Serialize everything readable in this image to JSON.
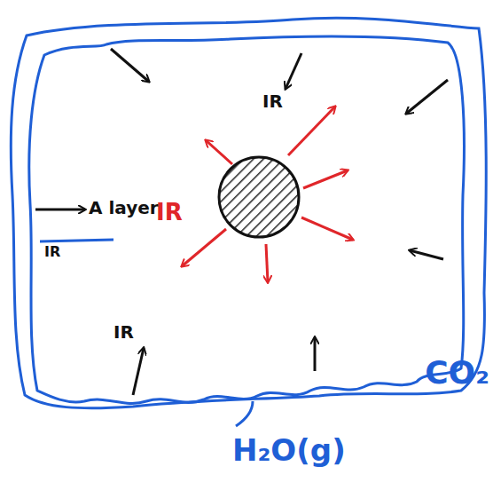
{
  "diagram": {
    "labels": [
      "IR",
      "A layer",
      "IR",
      "IR",
      "IR",
      "CO₂",
      "H₂O(g)"
    ]
  }
}
